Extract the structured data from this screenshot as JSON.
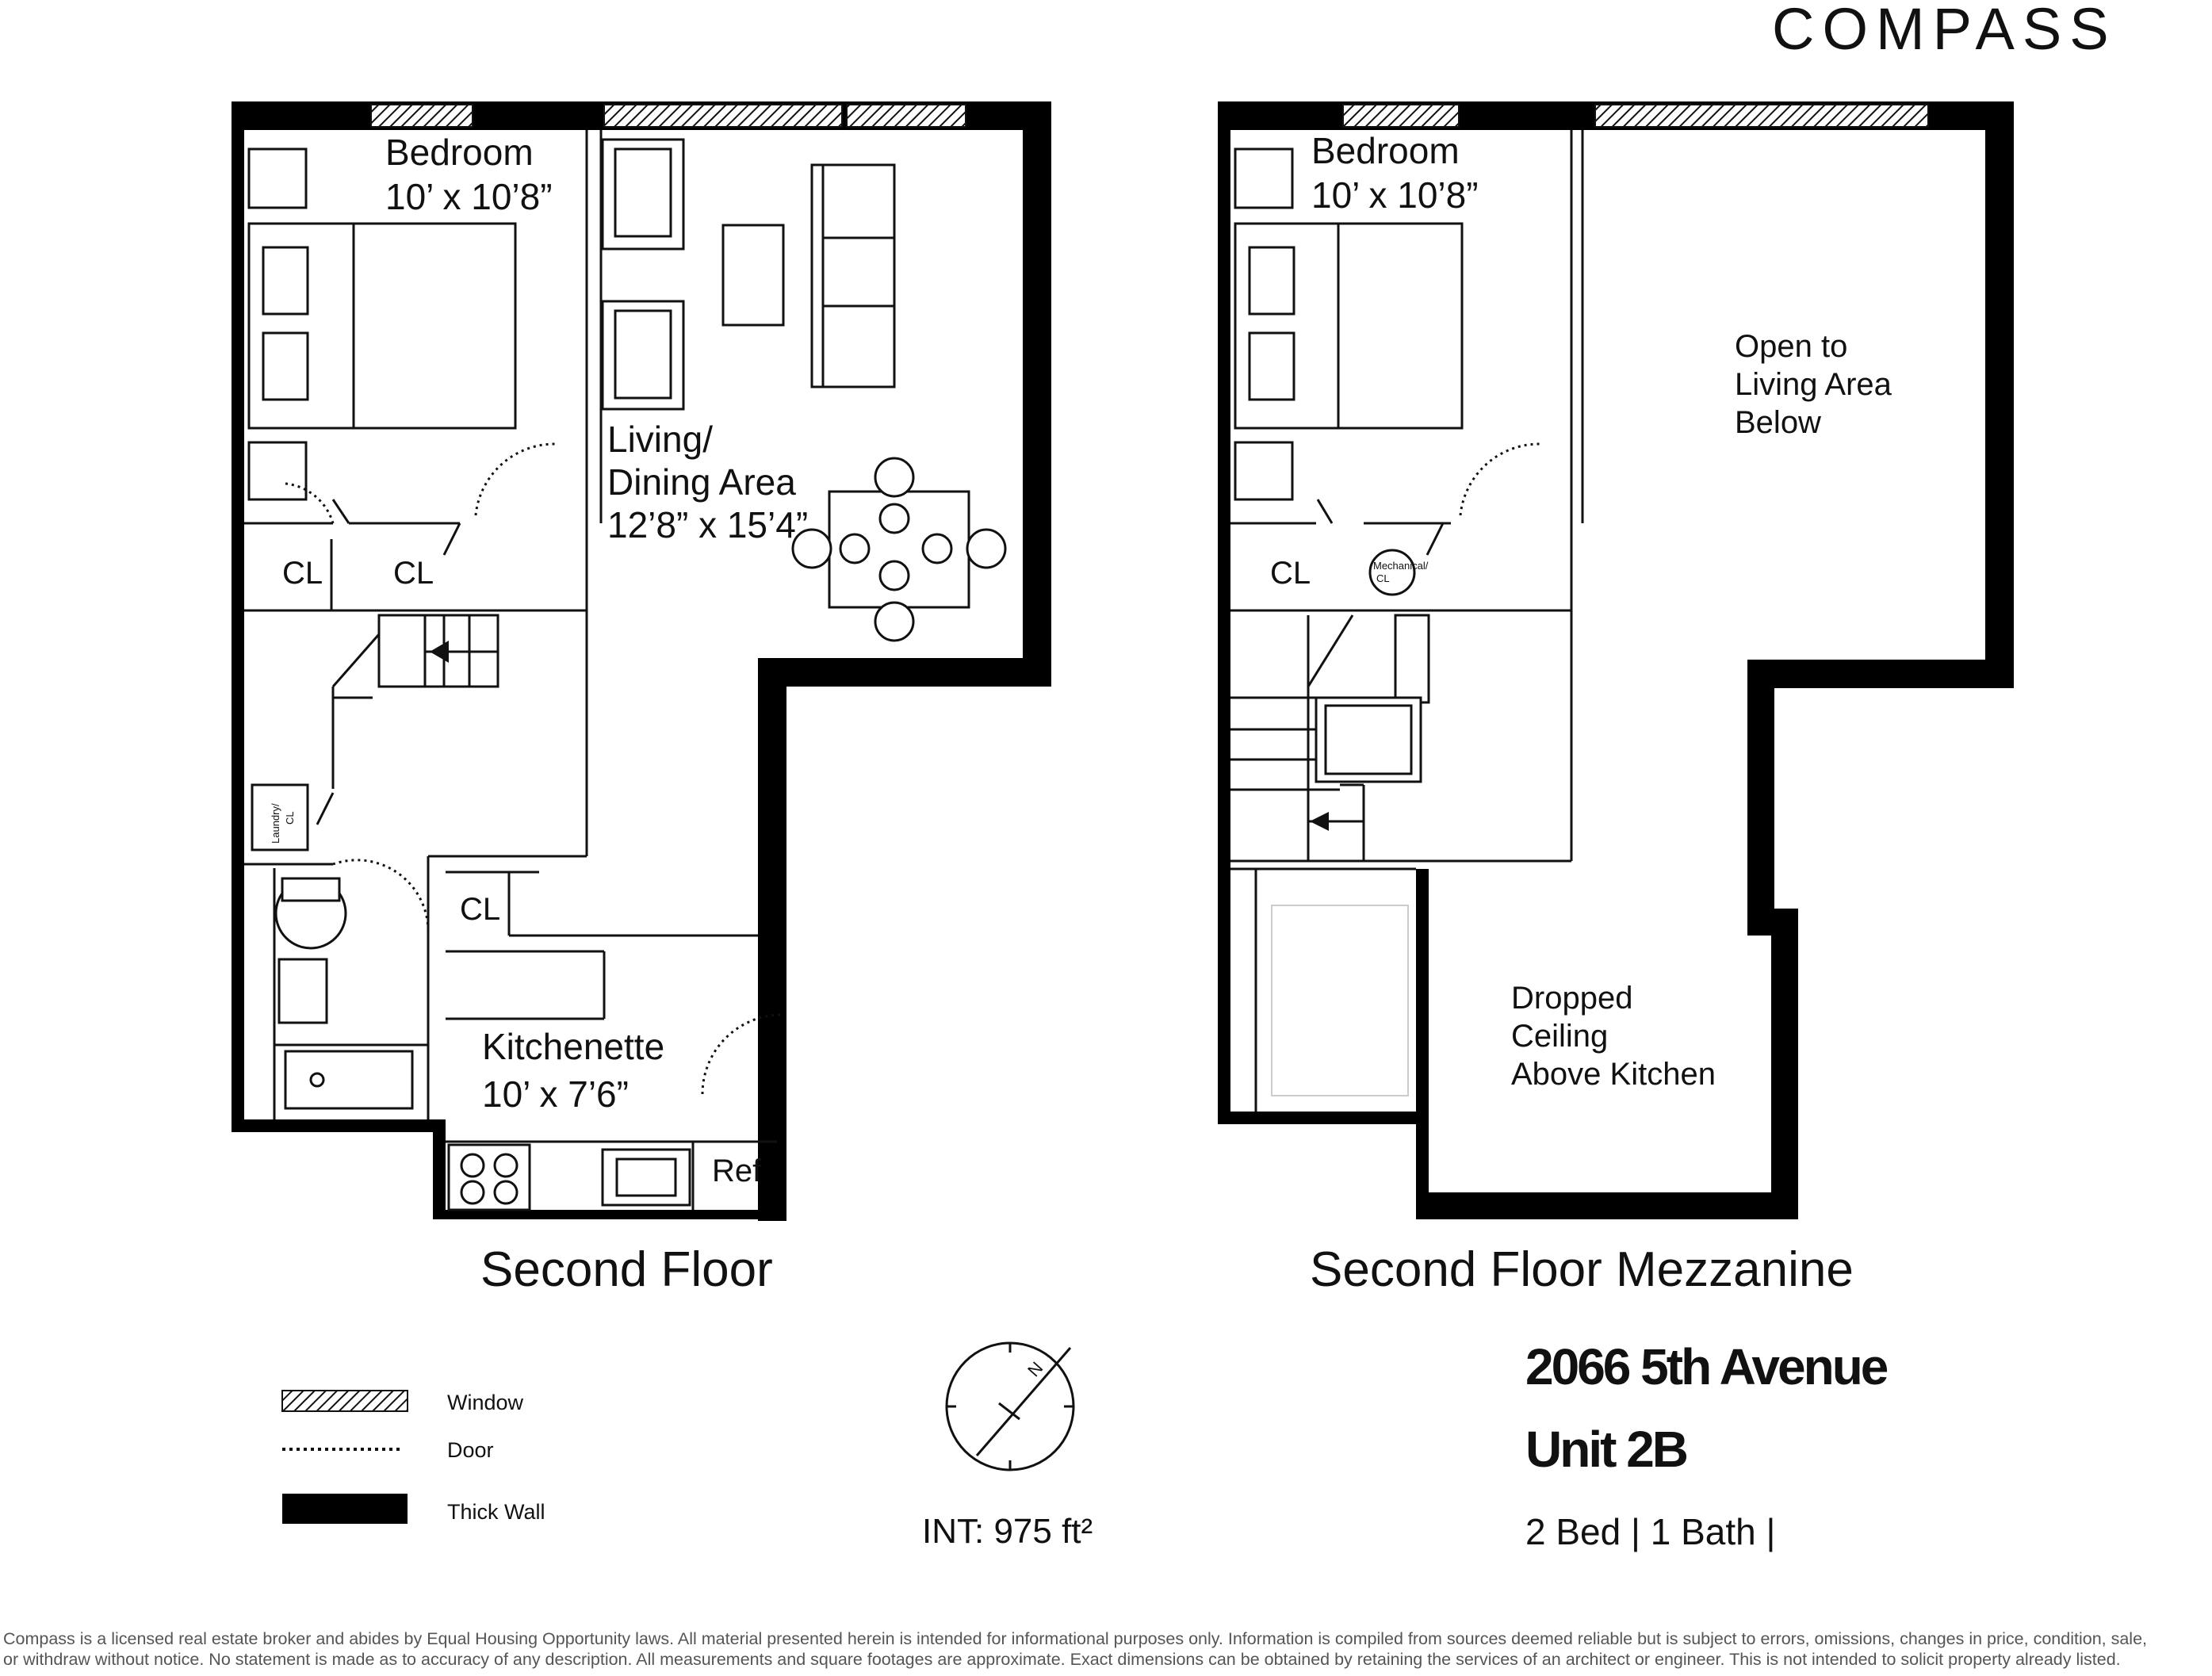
{
  "brand": {
    "logo": "COMPASS"
  },
  "floors": [
    {
      "title": "Second Floor",
      "rooms": [
        {
          "name": "Bedroom",
          "dims": "10’ x 10’8”"
        },
        {
          "name": "Living/",
          "name2": "Dining Area",
          "dims": "12’8” x 15’4”"
        },
        {
          "name": "Kitchenette",
          "dims": "10’ x 7’6”"
        }
      ],
      "labels": {
        "cl1": "CL",
        "cl2": "CL",
        "cl3": "CL",
        "laundry": "Laundry/",
        "laundry2": "CL",
        "ref": "Ref"
      }
    },
    {
      "title": "Second Floor Mezzanine",
      "rooms": [
        {
          "name": "Bedroom",
          "dims": "10’ x 10’8”"
        }
      ],
      "labels": {
        "cl": "CL",
        "mech": "Mechanical/",
        "mech2": "CL",
        "open": [
          "Open to",
          "Living Area",
          "Below"
        ],
        "dropped": [
          "Dropped",
          "Ceiling",
          "Above Kitchen"
        ]
      }
    }
  ],
  "legend": {
    "window": "Window",
    "door": "Door",
    "thick_wall": "Thick Wall"
  },
  "compass_icon": "north-compass-icon",
  "interior": "INT: 975 ft²",
  "listing": {
    "address": "2066 5th Avenue",
    "unit": "Unit 2B",
    "beds_baths": "2 Bed | 1 Bath |"
  },
  "disclaimer": {
    "line1": "Compass is a licensed real estate broker and abides by Equal Housing Opportunity laws. All material presented herein is intended for informational purposes only. Information is compiled from sources deemed reliable but is subject to errors, omissions, changes in price, condition, sale,",
    "line2": "or withdraw without notice. No statement is made as to accuracy of any description. All measurements and square footages are approximate. Exact dimensions can be obtained by retaining the services of an architect or engineer. This is not intended to solicit property already listed."
  },
  "colors": {
    "wall": "#000000",
    "text": "#111111",
    "disclaimer": "#555555"
  }
}
